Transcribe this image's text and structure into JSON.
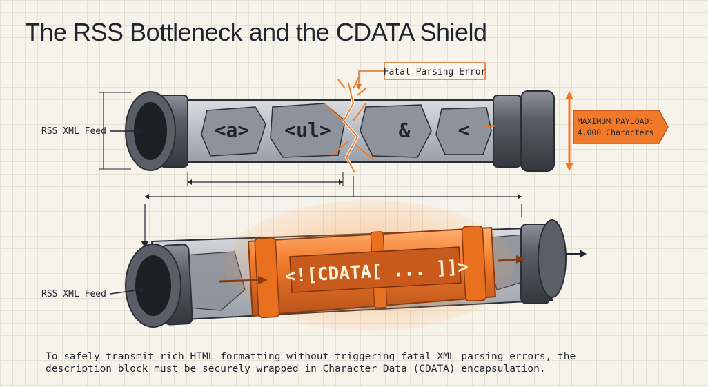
{
  "title": "The RSS Bottleneck and the CDATA Shield",
  "top_pipe": {
    "feed_label": "RSS XML Feed",
    "tokens": [
      "<a>",
      "<ul>",
      "&",
      "<"
    ],
    "error_label": "Fatal Parsing Error",
    "payload_line1": "MAXIMUM PAYLOAD:",
    "payload_line2": "4,000 Characters"
  },
  "bottom_pipe": {
    "feed_label": "RSS XML Feed",
    "cdata_label": "<![CDATA[ ... ]]>"
  },
  "caption_line1": "To safely transmit rich HTML formatting without triggering fatal XML parsing errors, the",
  "caption_line2": "description block must be securely wrapped in Character Data (CDATA) encapsulation.",
  "colors": {
    "accent": "#f07a2a",
    "pipe": "#4b5058",
    "ink": "#1f2530"
  }
}
